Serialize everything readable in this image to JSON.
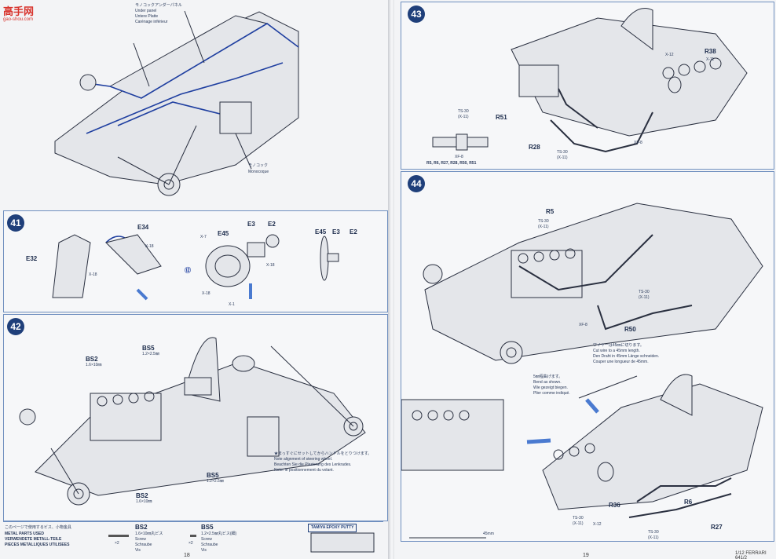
{
  "watermark": {
    "brand": "高手网",
    "url": "gao-shou.com"
  },
  "top_left": {
    "label_jp": "モノコックアンダーパネル",
    "label_en": "Under panel",
    "label_de": "Untere Platte",
    "label_fr": "Carénage inférieur",
    "mono_jp": "モノコック",
    "mono_en": "Monocoque"
  },
  "step41": {
    "number": "41",
    "parts": {
      "E34": "E34",
      "E32": "E32",
      "E45": "E45",
      "E3": "E3",
      "E2": "E2",
      "E45b": "E45",
      "E3b": "E3",
      "E2b": "E2",
      "X7": "X-7"
    },
    "screws": {
      "s1": "X-18",
      "s2": "X-18",
      "s3": "X-18",
      "s4": "X-18",
      "s5": "X-1"
    },
    "circled": "⑫"
  },
  "step42": {
    "number": "42",
    "bs2": "BS2",
    "bs2_size": "1.6×10㎜",
    "bs5": "BS5",
    "bs5_size": "1.2×2.5㎜",
    "bs5b": "BS5",
    "bs5b_size": "1.2×2.5㎜",
    "bs2b": "BS2",
    "bs2b_size": "1.6×10㎜",
    "note_jp": "★まっすぐにセットしてからハンドルをとりつけます。",
    "note_en": "Note alignment of steering wheel.",
    "note_de": "Beachten Sie die Plazierung des Lenkrades.",
    "note_fr": "Noter le positionnement du volant."
  },
  "parts_used": {
    "jp": "このページで使用するビス、小物金具",
    "en": "METAL PARTS USED",
    "de": "VERWENDETE METALL-TEILE",
    "fr": "PIECES METALLIQUES UTILISEES",
    "bs2_code": "BS2",
    "bs2_desc": "1.6×10㎜丸ビス",
    "bs2_screw": "Screw",
    "bs2_de": "Schraube",
    "bs2_fr": "Vis",
    "bs2_qty": "×2",
    "bs5_code": "BS5",
    "bs5_desc": "1.2×2.5㎜丸ビス(細)",
    "bs5_screw": "Screw",
    "bs5_de": "Schraube",
    "bs5_fr": "Vis",
    "bs5_qty": "×2"
  },
  "putty": "TAMIYA EPOXY PUTTY",
  "page_left": "18",
  "step43": {
    "number": "43",
    "x12": "X-12",
    "r38": "R38",
    "x11a": "X-11",
    "ts30": "TS-30",
    "x11b": "(X-11)",
    "xf8": "XF-8",
    "r51": "R51",
    "r28": "R28",
    "ts30b": "TS-30",
    "x11c": "(X-11)",
    "xf8b": "XF-8",
    "parts_list": "R5, R6, R27, R28, R50, R51"
  },
  "step44": {
    "number": "44",
    "r5": "R5",
    "ts30": "TS-30",
    "x11": "(X-11)",
    "ts30b": "TS-30",
    "x11b": "(X-11)",
    "xf8": "XF-8",
    "r50": "R50",
    "wire_jp": "ワイヤーは45㎜に切ります。",
    "wire_en": "Cut wire to a 45mm length.",
    "wire_de": "Den Draht in 45mm Länge schneiden.",
    "wire_fr": "Couper une longueur de 45mm.",
    "bend_jp": "5㎜程曲げます。",
    "bend_en": "Bend as shown.",
    "bend_de": "Wie gezeigt biegen.",
    "bend_fr": "Plier comme indiqué.",
    "r36": "R36",
    "r6": "R6",
    "r27": "R27",
    "ts30c": "TS-30",
    "x11c": "(X-11)",
    "x12": "X-12",
    "ts30d": "TS-30",
    "x11d": "(X-11)",
    "scale": "45mm"
  },
  "footer_right": "1/12 FERRARI 641/2",
  "page_right": "19"
}
